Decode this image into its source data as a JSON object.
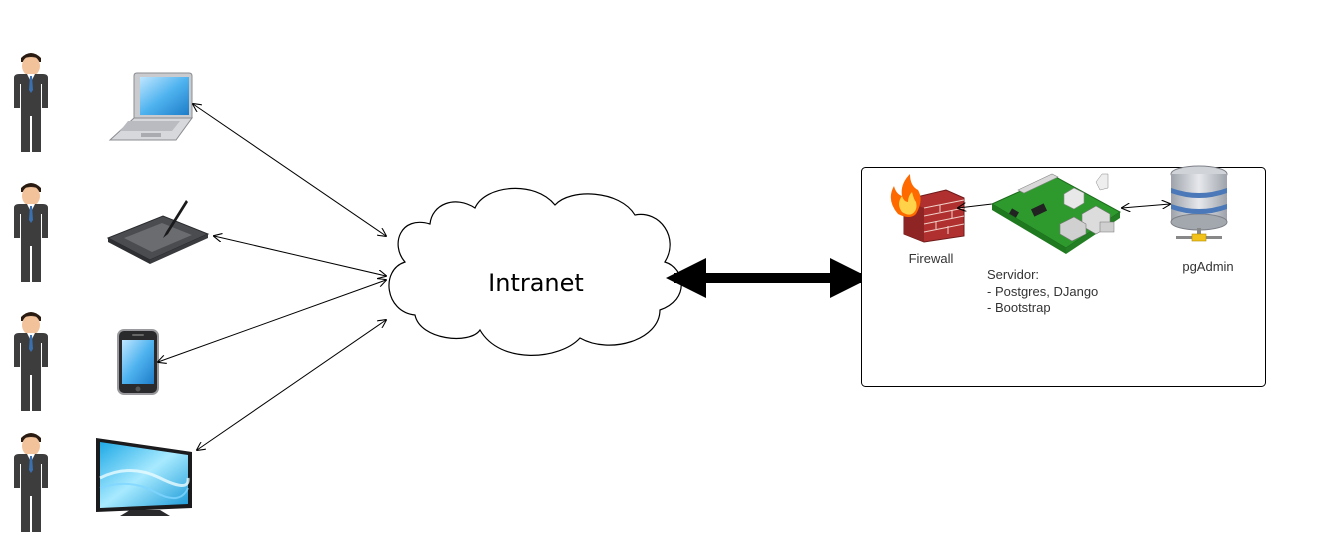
{
  "cloud": {
    "label": "Intranet"
  },
  "server_box": {
    "firewall_label": "Firewall",
    "db_label": "pgAdmin",
    "server_lines": [
      "Servidor:",
      "- Postgres, DJango",
      "- Bootstrap"
    ]
  },
  "devices": [
    {
      "icon": "laptop-icon"
    },
    {
      "icon": "drawing-tablet-icon"
    },
    {
      "icon": "smartphone-icon"
    },
    {
      "icon": "tv-monitor-icon"
    }
  ],
  "users": [
    {
      "icon": "user-businessman-icon"
    },
    {
      "icon": "user-businessman-icon"
    },
    {
      "icon": "user-businessman-icon"
    },
    {
      "icon": "user-businessman-icon"
    }
  ],
  "colors": {
    "suit": "#3d3d3d",
    "skin": "#f2c29a",
    "hair": "#2a1b12",
    "board": "#2e9a2e",
    "brick": "#b03030",
    "flame": "#ff6a00",
    "db_body": "#b8bcc4",
    "db_stripe": "#4a78b8",
    "screen": "#5fb0e8"
  }
}
